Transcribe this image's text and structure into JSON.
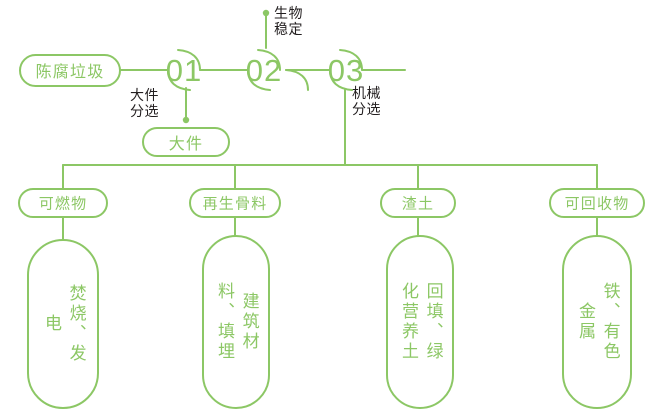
{
  "colors": {
    "line": "#8cc765",
    "green_text": "#8cc765",
    "dark_text": "#231f20",
    "background": "#ffffff"
  },
  "source": {
    "label": "陈腐垃圾"
  },
  "stages": [
    {
      "number": "01",
      "caption": "大件\n分选"
    },
    {
      "number": "02",
      "caption": "生物\n稳定"
    },
    {
      "number": "03",
      "caption": "机械\n分选"
    }
  ],
  "stage_outputs": [
    {
      "label": "大件"
    }
  ],
  "categories": [
    {
      "label": "可燃物",
      "detail": "焚烧、发电"
    },
    {
      "label": "再生骨料",
      "detail": "建筑材料、填埋"
    },
    {
      "label": "渣土",
      "detail": "回填、绿化营养土"
    },
    {
      "label": "可回收物",
      "detail": "铁、有色金属"
    }
  ]
}
